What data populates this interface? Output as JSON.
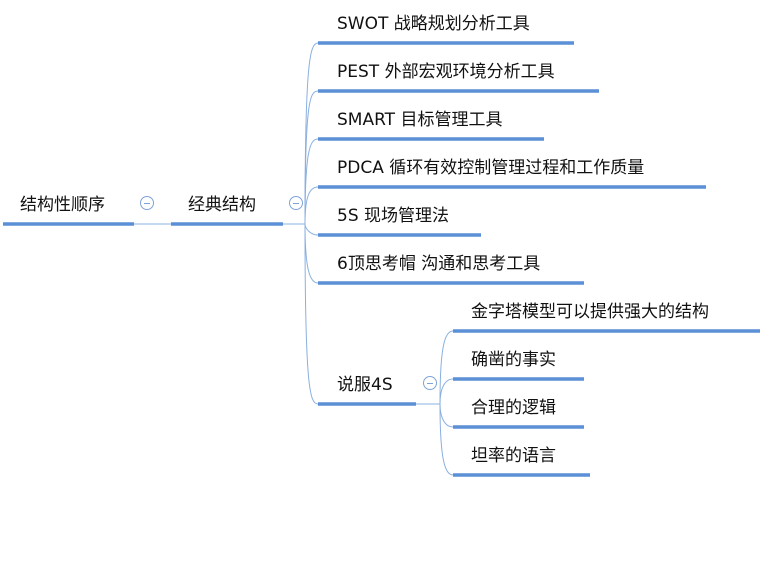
{
  "root": {
    "label": "结构性顺序"
  },
  "classic": {
    "label": "经典结构"
  },
  "children": [
    {
      "label": "SWOT 战略规划分析工具"
    },
    {
      "label": "PEST 外部宏观环境分析工具"
    },
    {
      "label": "SMART 目标管理工具"
    },
    {
      "label": "PDCA 循环有效控制管理过程和工作质量"
    },
    {
      "label": "5S 现场管理法"
    },
    {
      "label": "6顶思考帽 沟通和思考工具"
    },
    {
      "label": "说服4S"
    }
  ],
  "persuade_children": [
    {
      "label": "金字塔模型可以提供强大的结构"
    },
    {
      "label": "确凿的事实"
    },
    {
      "label": "合理的逻辑"
    },
    {
      "label": "坦率的语言"
    }
  ],
  "colors": {
    "line": "#5b8fd6",
    "connector": "#8ab0e0"
  }
}
